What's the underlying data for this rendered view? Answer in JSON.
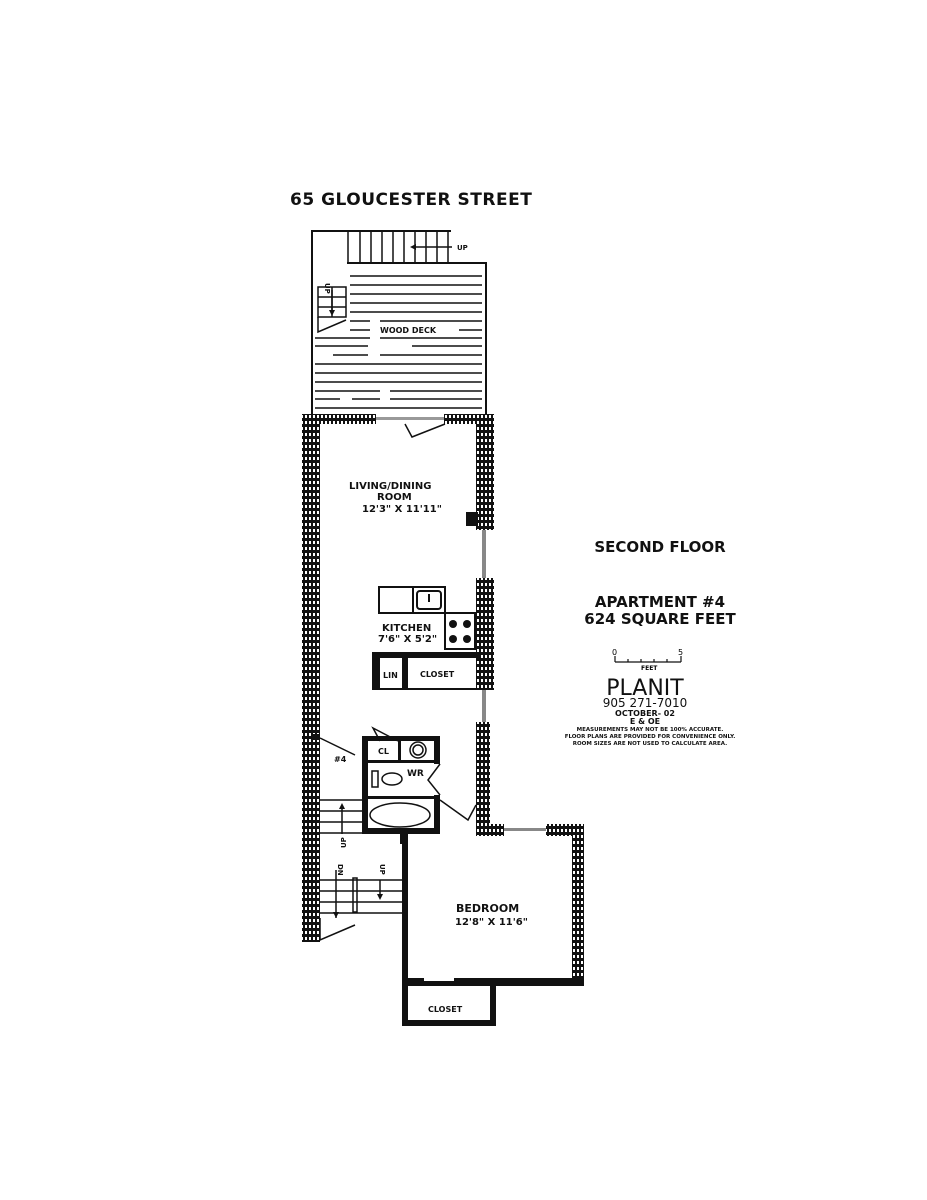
{
  "plan": {
    "title": "65 GLOUCESTER STREET",
    "floor": "SECOND FLOOR",
    "apartment": "APARTMENT #4",
    "area": "624 SQUARE FEET",
    "colors": {
      "wall": "#111111",
      "background": "#ffffff",
      "hatch": "#ffffff"
    }
  },
  "rooms": {
    "deck": {
      "label": "WOOD DECK",
      "stairs_up": "UP",
      "stairs_up2": "UP"
    },
    "living": {
      "name_line1": "LIVING/DINING",
      "name_line2": "ROOM",
      "size": "12'3\" X 11'11\""
    },
    "kitchen": {
      "name": "KITCHEN",
      "size": "7'6\" X 5'2\""
    },
    "linen": {
      "name": "LIN"
    },
    "closet1": {
      "name": "CLOSET"
    },
    "cl": {
      "name": "CL"
    },
    "wr": {
      "name": "WR"
    },
    "unit": {
      "name": "#4"
    },
    "stairs": {
      "up1": "UP",
      "dn": "DN",
      "up2": "UP"
    },
    "bedroom": {
      "name": "BEDROOM",
      "size": "12'8\" X 11'6\""
    },
    "closet2": {
      "name": "CLOSET"
    }
  },
  "legend": {
    "scale_start": "0",
    "scale_end": "5",
    "scale_unit": "FEET",
    "company": "PLANIT",
    "phone": "905  271-7010",
    "date": "OCTOBER- 02",
    "initials": "E & OE",
    "disclaimer_1": "MEASUREMENTS MAY NOT BE 100% ACCURATE.",
    "disclaimer_2": "FLOOR PLANS ARE PROVIDED FOR CONVENIENCE ONLY.",
    "disclaimer_3": "ROOM SIZES ARE NOT USED TO CALCULATE AREA."
  }
}
